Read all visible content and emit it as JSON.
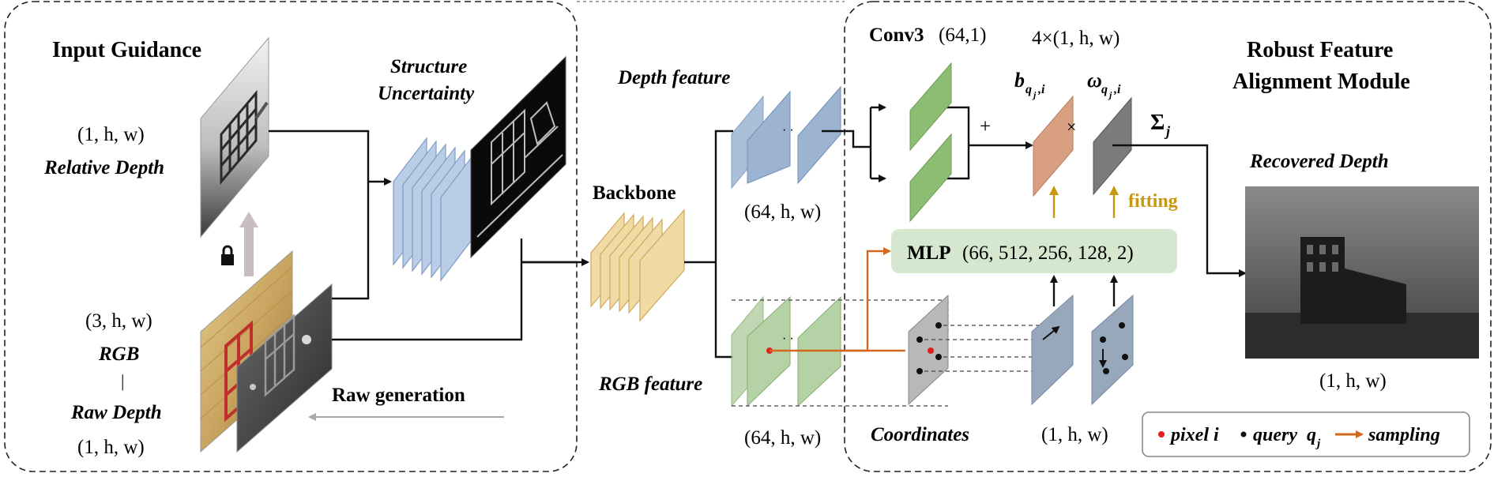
{
  "left_panel": {
    "title": "Input Guidance",
    "relative_depth_shape": "(1, h, w)",
    "relative_depth_label": "Relative Depth",
    "rgb_shape": "(3, h, w)",
    "rgb_label": "RGB",
    "separator": "|",
    "raw_depth_label": "Raw Depth",
    "raw_depth_shape": "(1, h, w)",
    "structure_uncertainty_line1": "Structure",
    "structure_uncertainty_line2": "Uncertainty",
    "raw_generation": "Raw generation",
    "lock_icon": "lock-icon"
  },
  "middle": {
    "backbone": "Backbone",
    "depth_feature": "Depth feature",
    "depth_feature_shape": "(64, h, w)",
    "rgb_feature": "RGB feature",
    "rgb_feature_shape": "(64, h, w)",
    "dots": "·  ·"
  },
  "right_panel": {
    "title_line1": "Robust Feature",
    "title_line2": "Alignment Module",
    "conv3": "Conv3",
    "conv3_params": "(64,1)",
    "weights_shape": "4×(1, h, w)",
    "plus": "+",
    "times": "×",
    "b_symbol": "b",
    "b_subscript": "q",
    "b_sub_sub": "j",
    "b_sub_tail": ",i",
    "omega_symbol": "ω",
    "sum_symbol": "Σ",
    "sum_subscript": "j",
    "fitting": "fitting",
    "mlp_label": "MLP",
    "mlp_params": "(66, 512, 256, 128, 2)",
    "coordinates": "Coordinates",
    "coord_shape": "(1, h, w)",
    "recovered_depth": "Recovered Depth",
    "recovered_shape": "(1, h, w)",
    "legend_pixel": "pixel i",
    "legend_query": "query",
    "legend_query_q": "q",
    "legend_query_sub": "j",
    "legend_sampling": "sampling"
  },
  "colors": {
    "blue_feature": "#9fb6d2",
    "green_feature": "#a9c99a",
    "yellow_backbone": "#efd9a0",
    "conv_green": "#8fbf75",
    "b_orange": "#d9a184",
    "omega_gray": "#7a7a7a",
    "mlp_fill": "#d5e8cf",
    "orange_arrow": "#d2691e",
    "fitting_gold": "#c8960f",
    "coord_gray": "#b8b8b8",
    "query_blue": "#98a8bc"
  }
}
